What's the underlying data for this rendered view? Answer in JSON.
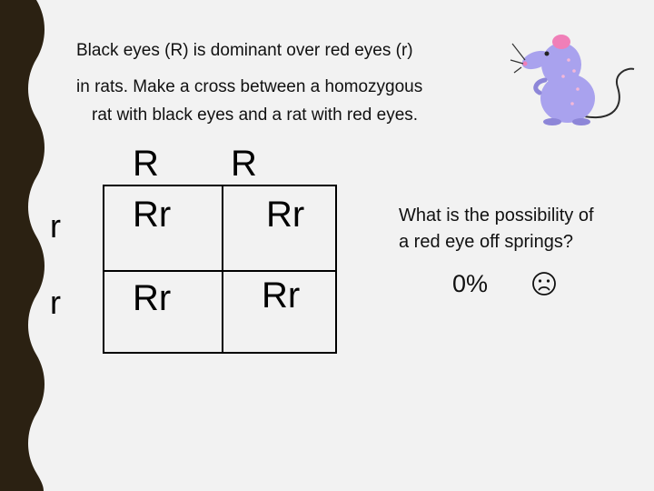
{
  "slide": {
    "line1": "Black eyes (R) is dominant over red eyes (r)",
    "line2": "in rats. Make a cross between a homozygous",
    "line3": "rat with black eyes and a rat with red eyes."
  },
  "punnett": {
    "col_headers": [
      "R",
      "R"
    ],
    "row_labels": [
      "r",
      "r"
    ],
    "cells": [
      [
        "Rr",
        "Rr"
      ],
      [
        "Rr",
        "Rr"
      ]
    ]
  },
  "question": {
    "line1": "What is the possibility of",
    "line2": "a red eye off springs?"
  },
  "answer": {
    "value": "0%"
  },
  "icons": {
    "sad_face": "frown-face-icon",
    "mouse": "mouse-illustration"
  },
  "colors": {
    "border": "#2b2112",
    "mouse_body": "#a9a2ee",
    "mouse_ear": "#f07fb8"
  }
}
